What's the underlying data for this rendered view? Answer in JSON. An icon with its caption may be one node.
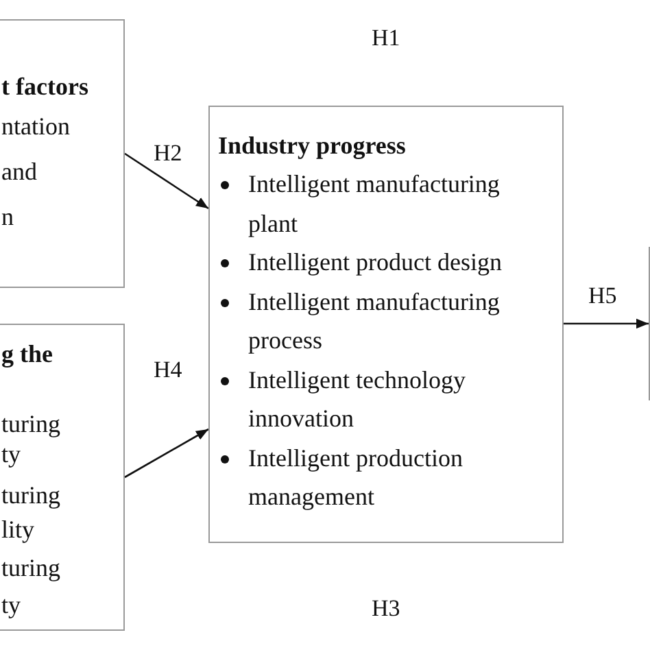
{
  "diagram": {
    "nodes": [
      {
        "text": [
          "t factors",
          "ntation",
          "and",
          "n"
        ]
      },
      {
        "text": [
          "g the",
          "turing",
          "ty",
          "turing",
          "lity",
          "turing",
          "ty"
        ]
      },
      {
        "text": [
          "Industry progress",
          "Intelligent manufacturing plant",
          "Intelligent product design",
          "Intelligent manufacturing process",
          "Intelligent technology innovation",
          "Intelligent production management"
        ]
      },
      {
        "text": [],
        "shape": "box"
      }
    ],
    "edges": [
      {
        "from": 0,
        "to": 2,
        "arrow": "to",
        "label": "H2"
      },
      {
        "from": 1,
        "to": 2,
        "arrow": "to",
        "label": "H4"
      },
      {
        "from": 2,
        "to": 3,
        "arrow": "to",
        "label": "H5"
      }
    ],
    "labels": [
      "H1",
      "H3"
    ]
  }
}
